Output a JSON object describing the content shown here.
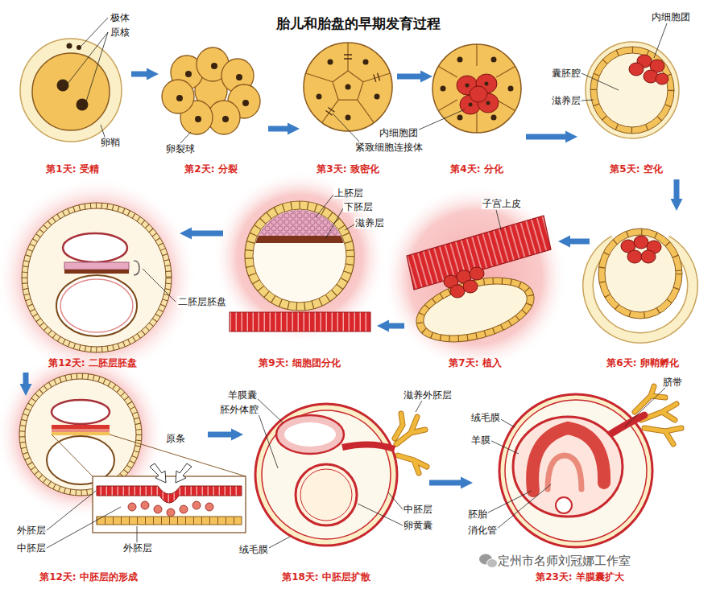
{
  "diagram": {
    "title": "胎儿和胎盘的早期发育过程",
    "nodes": [
      {
        "text": [
          "第1天: 受精"
        ]
      },
      {
        "text": [
          "第2天: 分裂"
        ]
      },
      {
        "text": [
          "第3天: 致密化"
        ]
      },
      {
        "text": [
          "第4天: 分化"
        ]
      },
      {
        "text": [
          "第5天: 空化"
        ]
      },
      {
        "text": [
          "第6天: 卵鞘孵化"
        ]
      },
      {
        "text": [
          "第7天: 植入"
        ]
      },
      {
        "text": [
          "第9天: 细胞团分化"
        ]
      },
      {
        "text": [
          "第12天: 二胚层胚盘"
        ]
      },
      {
        "text": [
          "第12天: 中胚层的形成"
        ]
      },
      {
        "text": [
          "第18天: 中胚层扩散"
        ]
      },
      {
        "text": [
          "第23天: 羊膜囊扩大"
        ]
      }
    ],
    "edges": [
      {
        "from": 0,
        "to": 1,
        "arrow": "to"
      },
      {
        "from": 1,
        "to": 2,
        "arrow": "to"
      },
      {
        "from": 2,
        "to": 3,
        "arrow": "to"
      },
      {
        "from": 3,
        "to": 4,
        "arrow": "to"
      },
      {
        "from": 4,
        "to": 5,
        "arrow": "to"
      },
      {
        "from": 5,
        "to": 6,
        "arrow": "to"
      },
      {
        "from": 6,
        "to": 7,
        "arrow": "to"
      },
      {
        "from": 7,
        "to": 8,
        "arrow": "to"
      },
      {
        "from": 8,
        "to": 9,
        "arrow": "to"
      },
      {
        "from": 9,
        "to": 10,
        "arrow": "to"
      },
      {
        "from": 10,
        "to": 11,
        "arrow": "to"
      }
    ],
    "labels": [
      "极体",
      "原核",
      "卵鞘",
      "卵裂球",
      "内细胞团",
      "紧致细胞连接体",
      "内细胞团",
      "囊胚腔",
      "滋养层",
      "子宫上皮",
      "上胚层",
      "下胚层",
      "滋养层",
      "二胚层胚盘",
      "原条",
      "外胚层",
      "中胚层",
      "外胚层",
      "羊膜囊",
      "胚外体腔",
      "滋养外胚层",
      "中胚层",
      "卵黄囊",
      "绒毛膜",
      "绒毛膜",
      "羊膜",
      "脐带",
      "胚胎",
      "消化管",
      "定州市名师刘冠娜工作室"
    ]
  }
}
